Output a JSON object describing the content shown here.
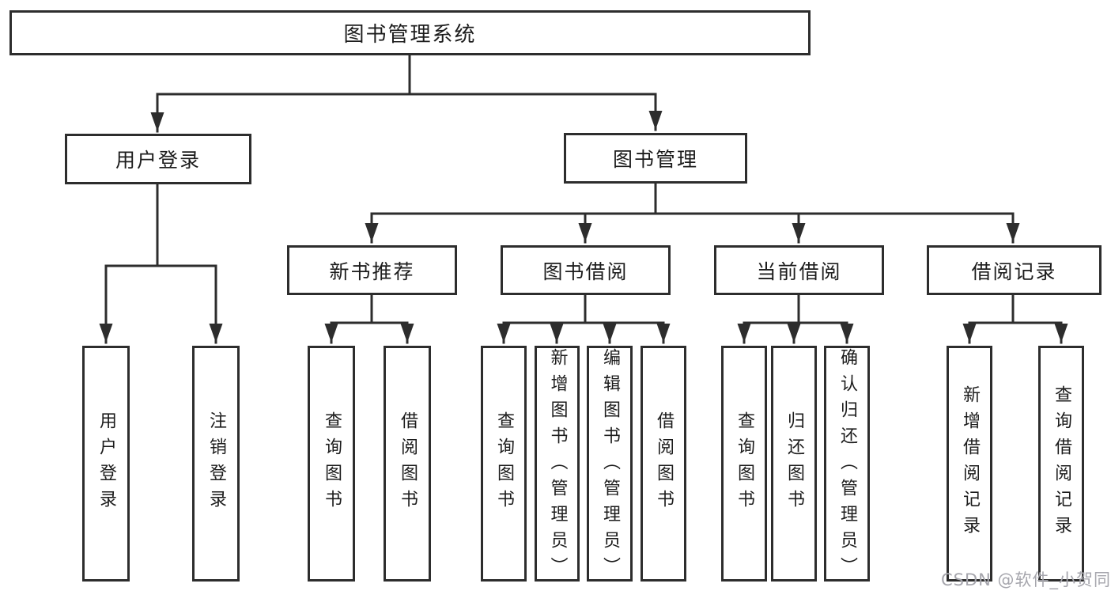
{
  "diagram": {
    "root": "图书管理系统",
    "login": {
      "label": "用户登录",
      "children": [
        "用户登录",
        "注销登录"
      ]
    },
    "mgmt": {
      "label": "图书管理",
      "sections": [
        {
          "label": "新书推荐",
          "children": [
            "查询图书",
            "借阅图书"
          ]
        },
        {
          "label": "图书借阅",
          "children": [
            "查询图书",
            "新增图书（管理员）",
            "编辑图书（管理员）",
            "借阅图书"
          ]
        },
        {
          "label": "当前借阅",
          "children": [
            "查询图书",
            "归还图书",
            "确认归还（管理员）"
          ]
        },
        {
          "label": "借阅记录",
          "children": [
            "新增借阅记录",
            "查询借阅记录"
          ]
        }
      ]
    },
    "watermark": "CSDN @软件_小贺同学",
    "colors": {
      "line": "#2d2d2d",
      "text": "#1c1c1c",
      "watermark": "#a6a6ad"
    }
  }
}
